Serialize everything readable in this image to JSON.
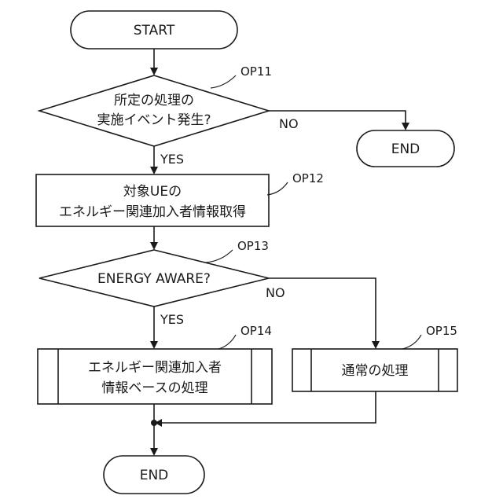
{
  "flow": {
    "start": "START",
    "op11": {
      "tag": "OP11",
      "line1": "所定の処理の",
      "line2": "実施イベント発生?"
    },
    "op11_no": "NO",
    "end_top": "END",
    "op11_yes": "YES",
    "op12": {
      "tag": "OP12",
      "line1": "対象UEの",
      "line2": "エネルギー関連加入者情報取得"
    },
    "op13": {
      "tag": "OP13",
      "text": "ENERGY AWARE?"
    },
    "op13_no": "NO",
    "op13_yes": "YES",
    "op14": {
      "tag": "OP14",
      "line1": "エネルギー関連加入者",
      "line2": "情報ベースの処理"
    },
    "op15": {
      "tag": "OP15",
      "text": "通常の処理"
    },
    "end_bottom": "END"
  }
}
